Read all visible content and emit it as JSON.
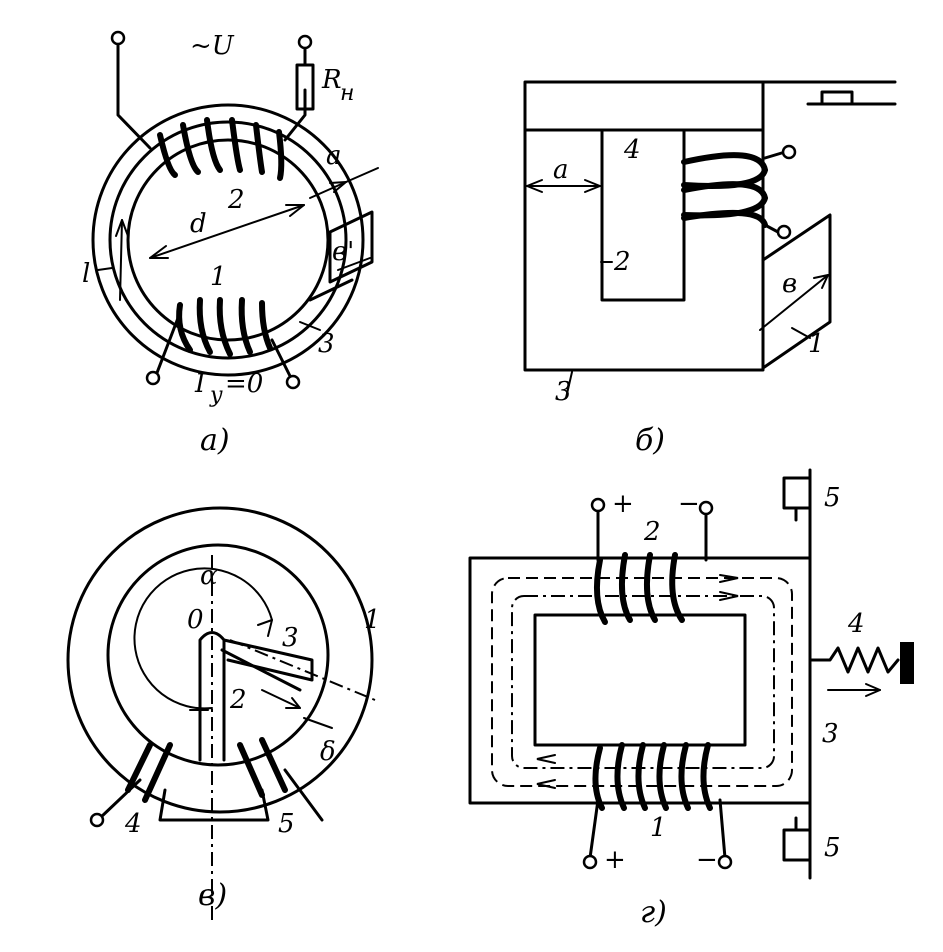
{
  "panels": {
    "a": {
      "caption": "а)",
      "supply": "~U",
      "load": "R",
      "load_sub": "н",
      "ring_diameter": "d",
      "gap": "а",
      "width": "в'",
      "length": "l",
      "winding1": "1",
      "winding2": "2",
      "core": "3",
      "current": "I",
      "current_sub": "у",
      "current_value": "=0"
    },
    "b": {
      "caption": "б)",
      "gap": "а",
      "part4": "4",
      "part2": "2",
      "width": "в",
      "part1": "1",
      "part3": "3"
    },
    "v": {
      "caption": "в)",
      "angle": "α",
      "origin": "0",
      "part3": "3",
      "part1": "1",
      "part2": "2",
      "gap": "δ",
      "part4": "4",
      "part5": "5"
    },
    "g": {
      "caption": "г)",
      "plus_top": "+",
      "minus_top": "−",
      "winding2": "2",
      "contact_top": "5",
      "spring": "4",
      "armature": "3",
      "winding1": "1",
      "plus_bottom": "+",
      "minus_bottom": "−",
      "contact_bottom": "5"
    }
  }
}
